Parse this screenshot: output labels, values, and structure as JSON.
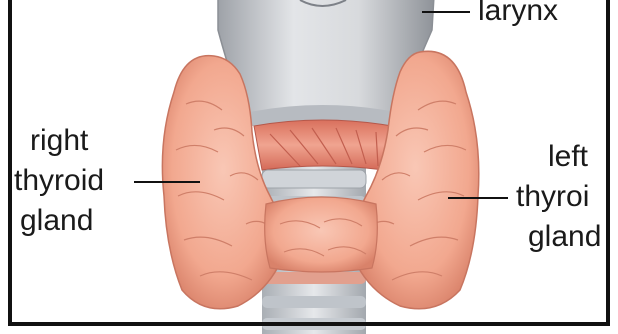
{
  "labels": {
    "larynx": "larynx",
    "right_thyroid_gland": [
      "right",
      "thyroid",
      "gland"
    ],
    "left_thyroid_gland": [
      "left",
      "thyroi",
      "gland"
    ]
  },
  "colors": {
    "gland_fill": "#f4b09a",
    "gland_shadow": "#d9826a",
    "lobule_line": "#c8735e",
    "larynx_fill": "#d4d6d9",
    "larynx_shadow": "#a5a8ad",
    "muscle": "#e58a78",
    "trachea_ring": "#cfd3d8",
    "leader_line": "#111111"
  }
}
